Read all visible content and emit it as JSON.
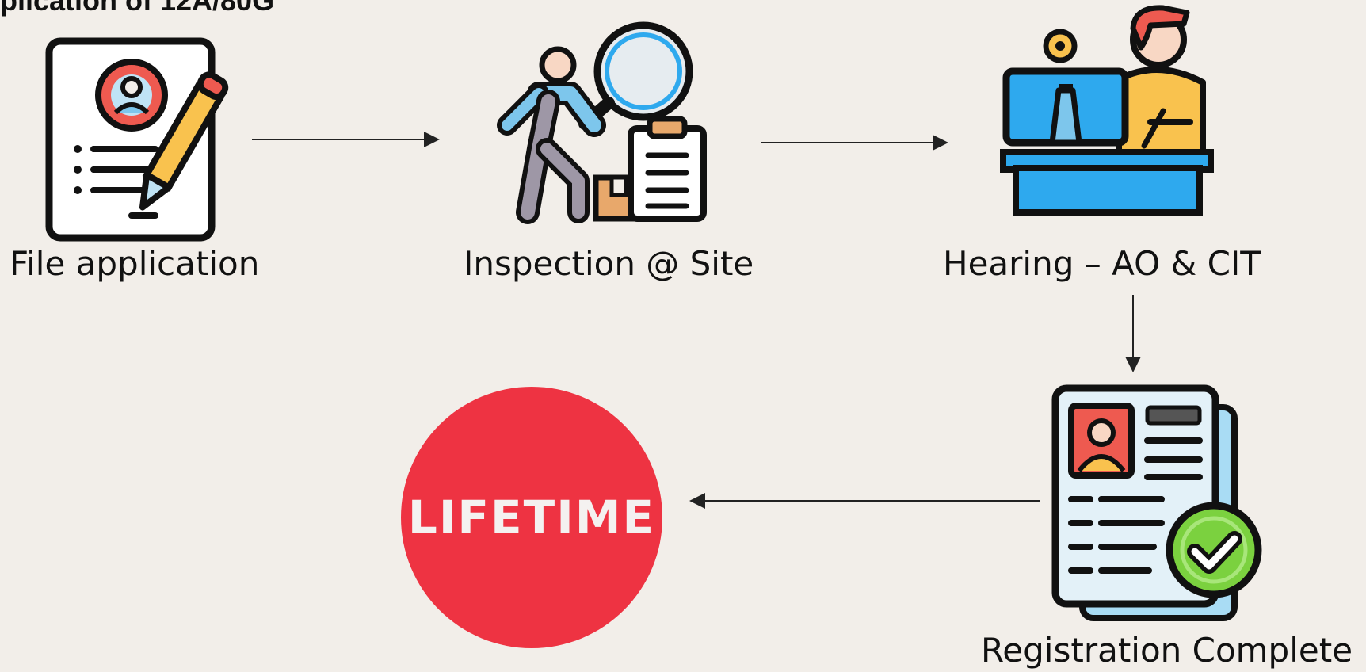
{
  "title_fragment": "plication of 12A/80G",
  "steps": [
    {
      "label": "File application",
      "icon": "application-form-pencil-icon"
    },
    {
      "label": "Inspection @ Site",
      "icon": "inspector-magnifier-clipboard-icon"
    },
    {
      "label": "Hearing – AO & CIT",
      "icon": "officer-at-desk-computer-icon"
    },
    {
      "label": "Registration Complete",
      "icon": "certificate-checkmark-icon"
    }
  ],
  "result": {
    "badge_text": "LIFETIME",
    "icon": "lifetime-red-circle-badge"
  },
  "colors": {
    "background": "#F2EEE9",
    "badge_red": "#EE3342",
    "accent_blue": "#2EA9EE",
    "accent_yellow": "#F9C24E",
    "accent_green": "#7BD13F",
    "accent_red": "#EE5A50",
    "outline": "#111111"
  }
}
